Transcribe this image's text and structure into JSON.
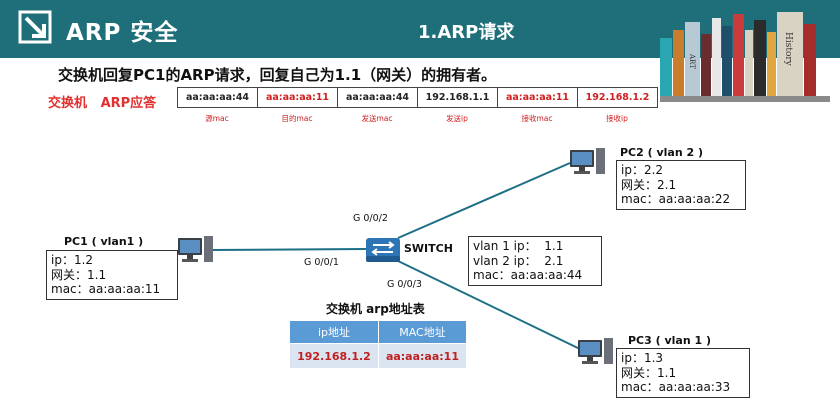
{
  "header": {
    "section_title": "ARP 安全",
    "slide_title": "1.ARP请求",
    "book_spine_labels": [
      "ART",
      "History"
    ]
  },
  "subtitle": "交换机回复PC1的ARP请求，回复自己为1.1（网关）的拥有者。",
  "arp_reply": {
    "label": "交换机   ARP应答",
    "fields": [
      {
        "value": "aa:aa:aa:44",
        "caption": "源mac",
        "highlight": false
      },
      {
        "value": "aa:aa:aa:11",
        "caption": "目的mac",
        "highlight": true
      },
      {
        "value": "aa:aa:aa:44",
        "caption": "发送mac",
        "highlight": false
      },
      {
        "value": "192.168.1.1",
        "caption": "发送ip",
        "highlight": false
      },
      {
        "value": "aa:aa:aa:11",
        "caption": "接收mac",
        "highlight": true
      },
      {
        "value": "192.168.1.2",
        "caption": "接收ip",
        "highlight": true
      }
    ]
  },
  "pc1": {
    "title": "PC1 ( vlan1 )",
    "lines": [
      "ip：1.2",
      "网关：1.1",
      "mac：aa:aa:aa:11"
    ]
  },
  "pc2": {
    "title": "PC2 ( vlan 2 )",
    "lines": [
      "ip：2.2",
      "网关：2.1",
      "mac：aa:aa:aa:22"
    ]
  },
  "pc3": {
    "title": "PC3 ( vlan 1 )",
    "lines": [
      "ip：1.3",
      "网关：1.1",
      "mac：aa:aa:aa:33"
    ]
  },
  "switch": {
    "label": "SWITCH",
    "lines": [
      "vlan 1 ip：  1.1",
      "vlan 2 ip：  2.1",
      "mac：aa:aa:aa:44"
    ]
  },
  "ports": {
    "g1": "G 0/0/1",
    "g2": "G 0/0/2",
    "g3": "G 0/0/3"
  },
  "arp_table": {
    "title": "交换机 arp地址表",
    "headers": [
      "ip地址",
      "MAC地址"
    ],
    "rows": [
      [
        "192.168.1.2",
        "aa:aa:aa:11"
      ]
    ]
  },
  "colors": {
    "header_bg": "#1f6f7a",
    "highlight_red": "#d02020",
    "table_header": "#5b9bd5",
    "table_cell": "#dbe5f1",
    "switch_blue": "#2e75b6"
  }
}
